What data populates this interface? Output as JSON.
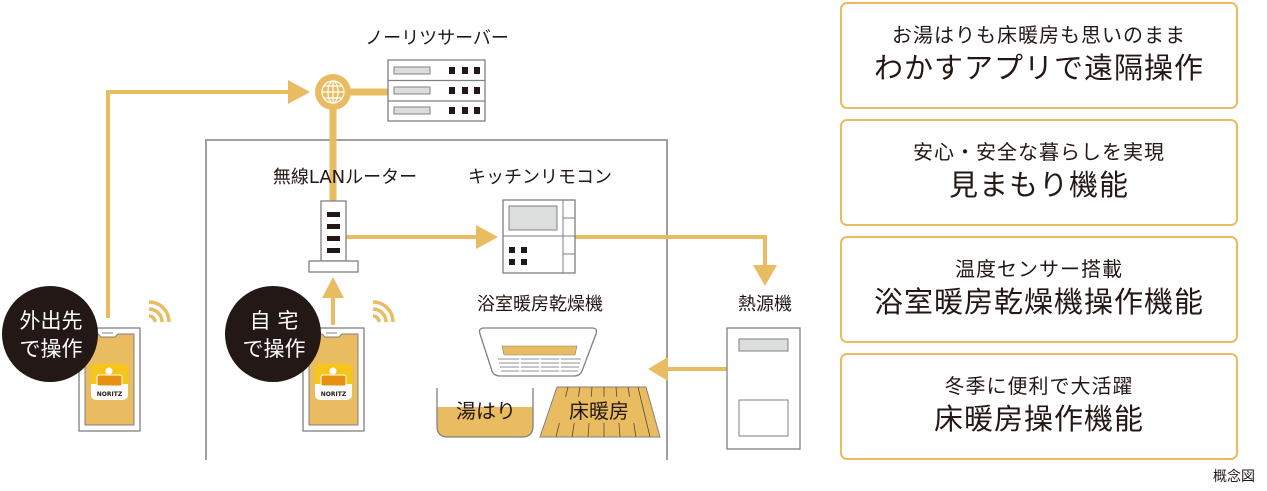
{
  "colors": {
    "accent": "#e9bc62",
    "accent_dark": "#e8a500",
    "text": "#231815",
    "badge_bg": "#231815",
    "badge_text": "#ffffff",
    "device_outline": "#808080",
    "device_fill": "#dcdddd",
    "house_outline": "#9fa0a0"
  },
  "diagram": {
    "server_label": "ノーリツサーバー",
    "router_label": "無線LANルーター",
    "remote_label": "キッチンリモコン",
    "bath_dryer_label": "浴室暖房乾燥機",
    "heat_source_label": "熱源機",
    "bath_fill_label": "湯はり",
    "floor_heating_label": "床暖房",
    "outside_badge": {
      "line1": "外出先",
      "line2": "で操作"
    },
    "home_badge": {
      "line1": "自 宅",
      "line2": "で操作"
    },
    "app_brand": "NORITZ",
    "icons": [
      "globe-icon",
      "server-icon",
      "router-icon",
      "smartphone-icon",
      "wifi-icon",
      "remote-control-icon",
      "bath-dryer-icon",
      "bathtub-icon",
      "floor-heating-icon",
      "water-heater-icon"
    ]
  },
  "features": [
    {
      "sub": "お湯はりも床暖房も思いのまま",
      "main": "わかすアプリで遠隔操作"
    },
    {
      "sub": "安心・安全な暮らしを実現",
      "main": "見まもり機能"
    },
    {
      "sub": "温度センサー搭載",
      "main": "浴室暖房乾燥機操作機能"
    },
    {
      "sub": "冬季に便利で大活躍",
      "main": "床暖房操作機能"
    }
  ],
  "footnote": "概念図"
}
